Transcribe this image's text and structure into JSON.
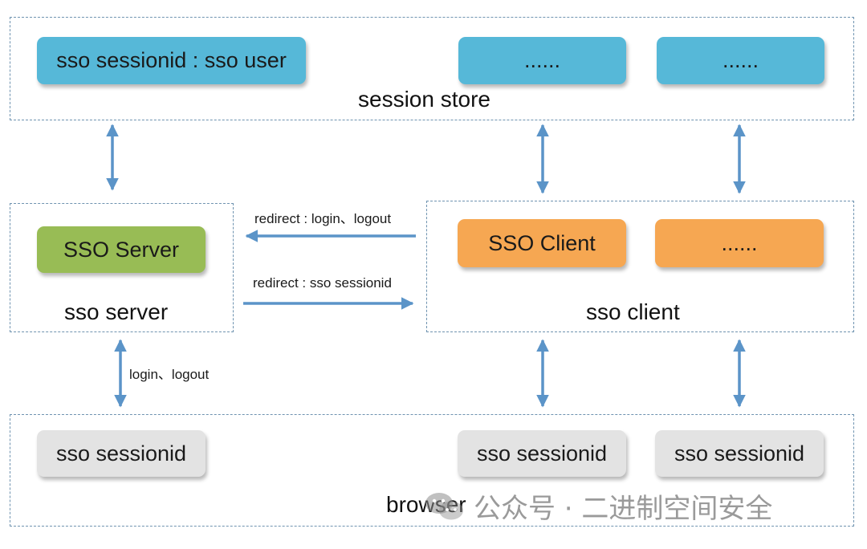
{
  "session_store": {
    "title": "session store",
    "items": [
      "sso sessionid : sso user",
      "......",
      "......"
    ]
  },
  "sso_server": {
    "title": "sso server",
    "box": "SSO Server"
  },
  "sso_client": {
    "title": "sso client",
    "items": [
      "SSO Client",
      "......"
    ]
  },
  "browser": {
    "title": "browser",
    "items": [
      "sso sessionid",
      "sso sessionid",
      "sso sessionid"
    ]
  },
  "arrows": {
    "redirect_login_logout": "redirect : login、logout",
    "redirect_sessionid": "redirect : sso sessionid",
    "login_logout": "login、logout"
  },
  "watermark": {
    "text": "公众号 · 二进制空间安全",
    "icon": "wechat-icon"
  },
  "colors": {
    "store_box": "#56b8d8",
    "server_box": "#98bc55",
    "client_box": "#f6a752",
    "browser_box": "#e3e3e3",
    "arrow": "#5b94c8",
    "dashed_border": "#6f93b0"
  }
}
